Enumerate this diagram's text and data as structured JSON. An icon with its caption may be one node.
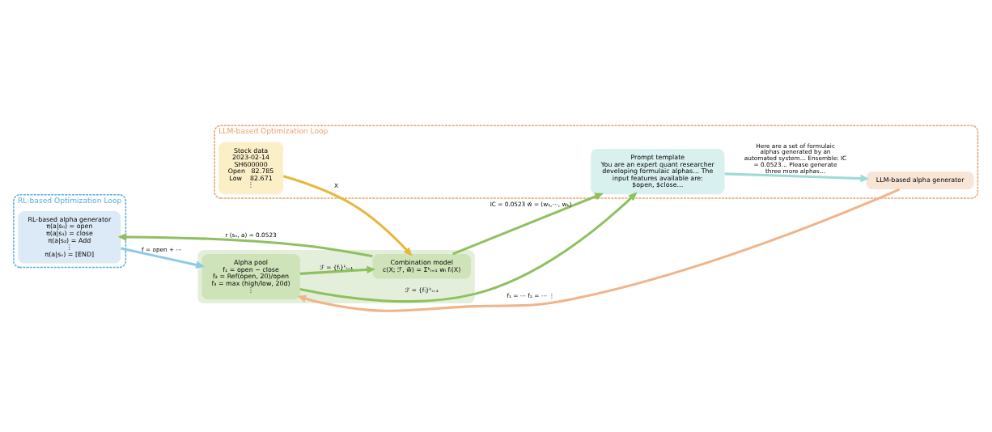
{
  "diagram": {
    "nodes": [
      {
        "text": [
          "RL-based Optimization Loop"
        ]
      },
      {
        "text": [
          "LLM-based Optimization Loop"
        ]
      },
      {
        "text": [
          "RL-based alpha generator",
          "π(a|s₀) = open",
          "π(a|s₁) = close",
          "π(a|s₂) = Add",
          "⋮",
          "π(a|sₙ) = [END]"
        ],
        "in": 0
      },
      {
        "text": [],
        "shape": "box"
      },
      {
        "text": [
          "Alpha pool",
          "f₁ = open − close",
          "f₂ = Ref(open, 20)/open",
          "f₃ = max (high/low, 20d)",
          "⋮"
        ],
        "in": 3
      },
      {
        "text": [
          "Combination model",
          "c(X; ℱ, w⃗) = Σᵏᵢ₌₁ wᵢ fᵢ(X)"
        ],
        "in": 3
      },
      {
        "text": [
          "LLM-based alpha generator"
        ],
        "in": 1
      },
      {
        "text": [
          "Stock data",
          "2023-02-14",
          "SH600000",
          "Open   82.785",
          "Low    82.671",
          "⋮"
        ],
        "in": 1
      },
      {
        "text": [
          "Prompt template",
          "You are an expert quant researcher developing formulaic alphas… The input features available are: $open, $close…"
        ],
        "in": 1
      }
    ],
    "edges": [
      {
        "from": 2,
        "to": 4,
        "arrow": "to",
        "label": "f = open + ⋯",
        "color": "#8ec9ea"
      },
      {
        "from": 5,
        "to": 2,
        "arrow": "to",
        "label": "r (sₙ, a) = 0.0523"
      },
      {
        "from": 6,
        "to": 4,
        "arrow": "to",
        "label": "f₁ = ⋯ f₂ = ⋯ ⋮",
        "color": "#f0b48a"
      },
      {
        "from": 4,
        "to": 5,
        "arrow": "to",
        "label": "ℱ = {fᵢ}ᵏᵢ₌₁"
      },
      {
        "from": 7,
        "to": 5,
        "arrow": "to",
        "label": "X",
        "color": "#e6b83c"
      },
      {
        "from": 4,
        "to": 8,
        "arrow": "to",
        "label": "ℱ = {fᵢ}ᵏᵢ₌₁"
      },
      {
        "from": 5,
        "to": 8,
        "arrow": "to",
        "label": "IC = 0.0523 w⃗ = (w₁,⋯, wₖ)"
      },
      {
        "from": 8,
        "to": 6,
        "arrow": "to",
        "label": "Here are a set of formulaic alphas generated by an automated system… Ensemble: IC = 0.0523… Please generate three more alphas…",
        "color": "#9ddcd6"
      }
    ]
  }
}
